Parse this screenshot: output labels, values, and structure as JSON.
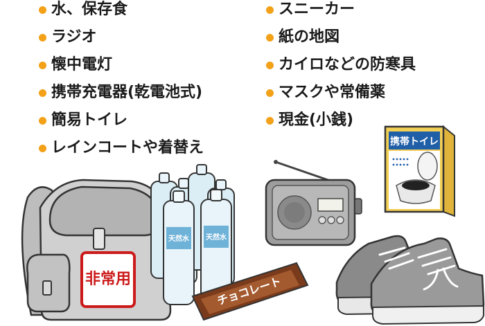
{
  "left_items": [
    {
      "label": "水、保存食"
    },
    {
      "label": "ラジオ"
    },
    {
      "label": "懐中電灯"
    },
    {
      "label": "携帯充電器(乾電池式)"
    },
    {
      "label": "簡易トイレ"
    },
    {
      "label": "レインコートや着替え"
    }
  ],
  "right_items": [
    {
      "label": "スニーカー"
    },
    {
      "label": "紙の地図"
    },
    {
      "label": "カイロなどの防寒具"
    },
    {
      "label": "マスクや常備薬"
    },
    {
      "label": "現金(小銭)"
    }
  ],
  "bullet_color": "#f2a118",
  "backpack_tag": "非常用",
  "toilet_box_label": "携帯トイレ",
  "chocolate_label": "チョコレート",
  "water_label": "天然水",
  "icons": [
    "backpack-icon",
    "water-bottles-icon",
    "radio-icon",
    "portable-toilet-box-icon",
    "sneakers-icon",
    "chocolate-bar-icon"
  ]
}
